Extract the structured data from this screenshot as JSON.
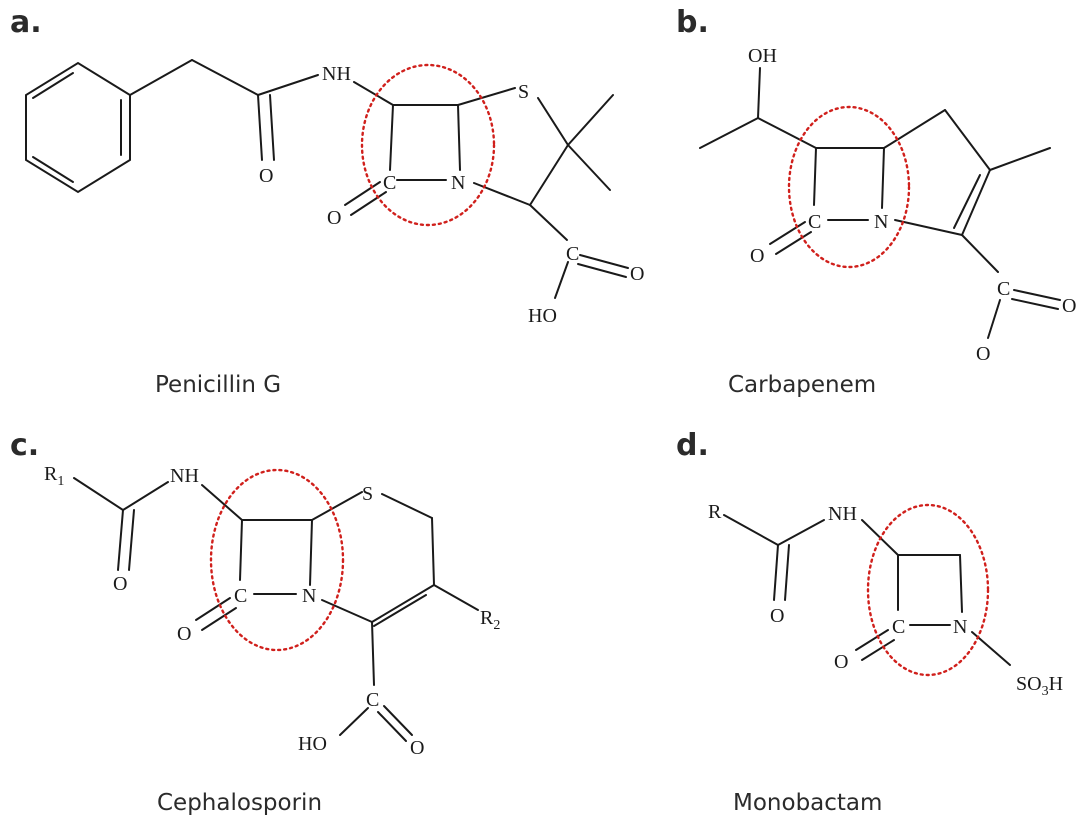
{
  "panels": [
    {
      "letter": "a.",
      "caption": "Penicillin G",
      "atoms": {
        "nh": "NH",
        "o_amide": "O",
        "c_lactam": "C",
        "n": "N",
        "o_lactam": "O",
        "s": "S",
        "c_acid": "C",
        "o_acid": "O",
        "ho": "HO"
      }
    },
    {
      "letter": "b.",
      "caption": "Carbapenem",
      "atoms": {
        "oh": "OH",
        "c_lactam": "C",
        "n": "N",
        "o_lactam": "O",
        "c_acid": "C",
        "o_acid1": "O",
        "o_acid2": "O"
      }
    },
    {
      "letter": "c.",
      "caption": "Cephalosporin",
      "atoms": {
        "r1": "R",
        "r1_sub": "1",
        "nh": "NH",
        "o_amide": "O",
        "s": "S",
        "c_lactam": "C",
        "n": "N",
        "o_lactam": "O",
        "r2": "R",
        "r2_sub": "2",
        "c_acid": "C",
        "ho": "HO",
        "o_acid": "O"
      }
    },
    {
      "letter": "d.",
      "caption": "Monobactam",
      "atoms": {
        "r": "R",
        "nh": "NH",
        "o_amide": "O",
        "c_lactam": "C",
        "n": "N",
        "o_lactam": "O",
        "so3": "SO",
        "so3_sub": "3",
        "so3_h": "H"
      }
    }
  ],
  "colors": {
    "bond": "#1a1a1a",
    "highlight_ring": "#d0201c",
    "text": "#2b2b2b"
  }
}
